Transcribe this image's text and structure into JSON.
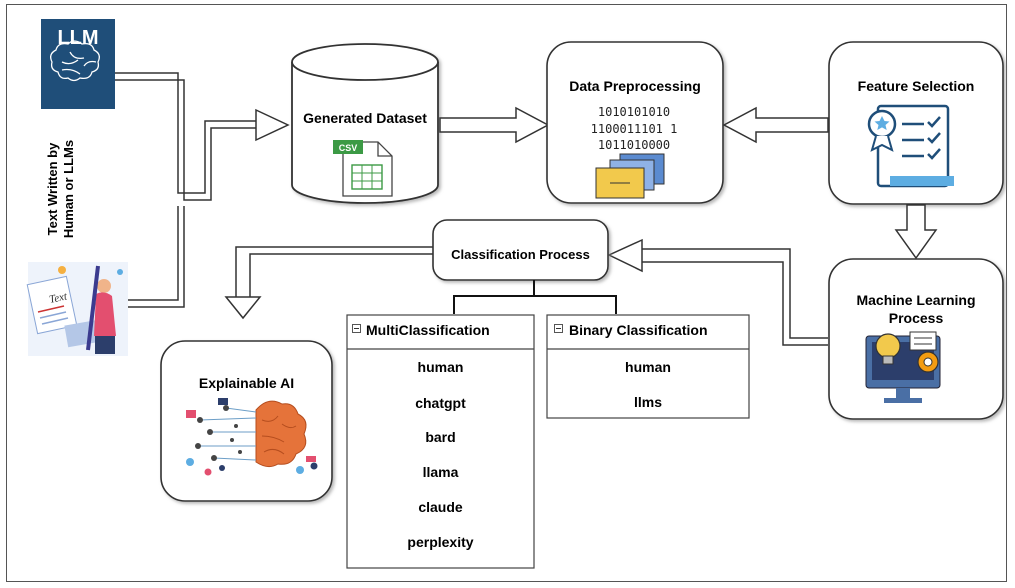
{
  "source": {
    "llm_logo_text": "LLM",
    "vertical_label": "Text Written by\nHuman or LLMs",
    "paper_text": "Text"
  },
  "nodes": {
    "generated_dataset": "Generated Dataset",
    "csv_badge": "CSV",
    "data_preprocessing": "Data Preprocessing",
    "binary_lines": [
      "1010101010",
      "1100011101 1",
      "1011010000"
    ],
    "feature_selection": "Feature Selection",
    "machine_learning": "Machine Learning\nProcess",
    "classification_process": "Classification Process",
    "explainable_ai": "Explainable AI"
  },
  "multiclass": {
    "title": "MultiClassification",
    "items": [
      "human",
      "chatgpt",
      "bard",
      "llama",
      "claude",
      "perplexity"
    ]
  },
  "binary": {
    "title": "Binary Classification",
    "items": [
      "human",
      "llms"
    ]
  },
  "colors": {
    "llm_bg": "#1f4e79",
    "csv_green": "#3c9a45",
    "folder_yellow": "#f2c94c",
    "folder_blue": "#5b8bd0",
    "ml_orange": "#f39c12",
    "brain_orange": "#e5733a",
    "check_blue": "#1f4e79"
  }
}
